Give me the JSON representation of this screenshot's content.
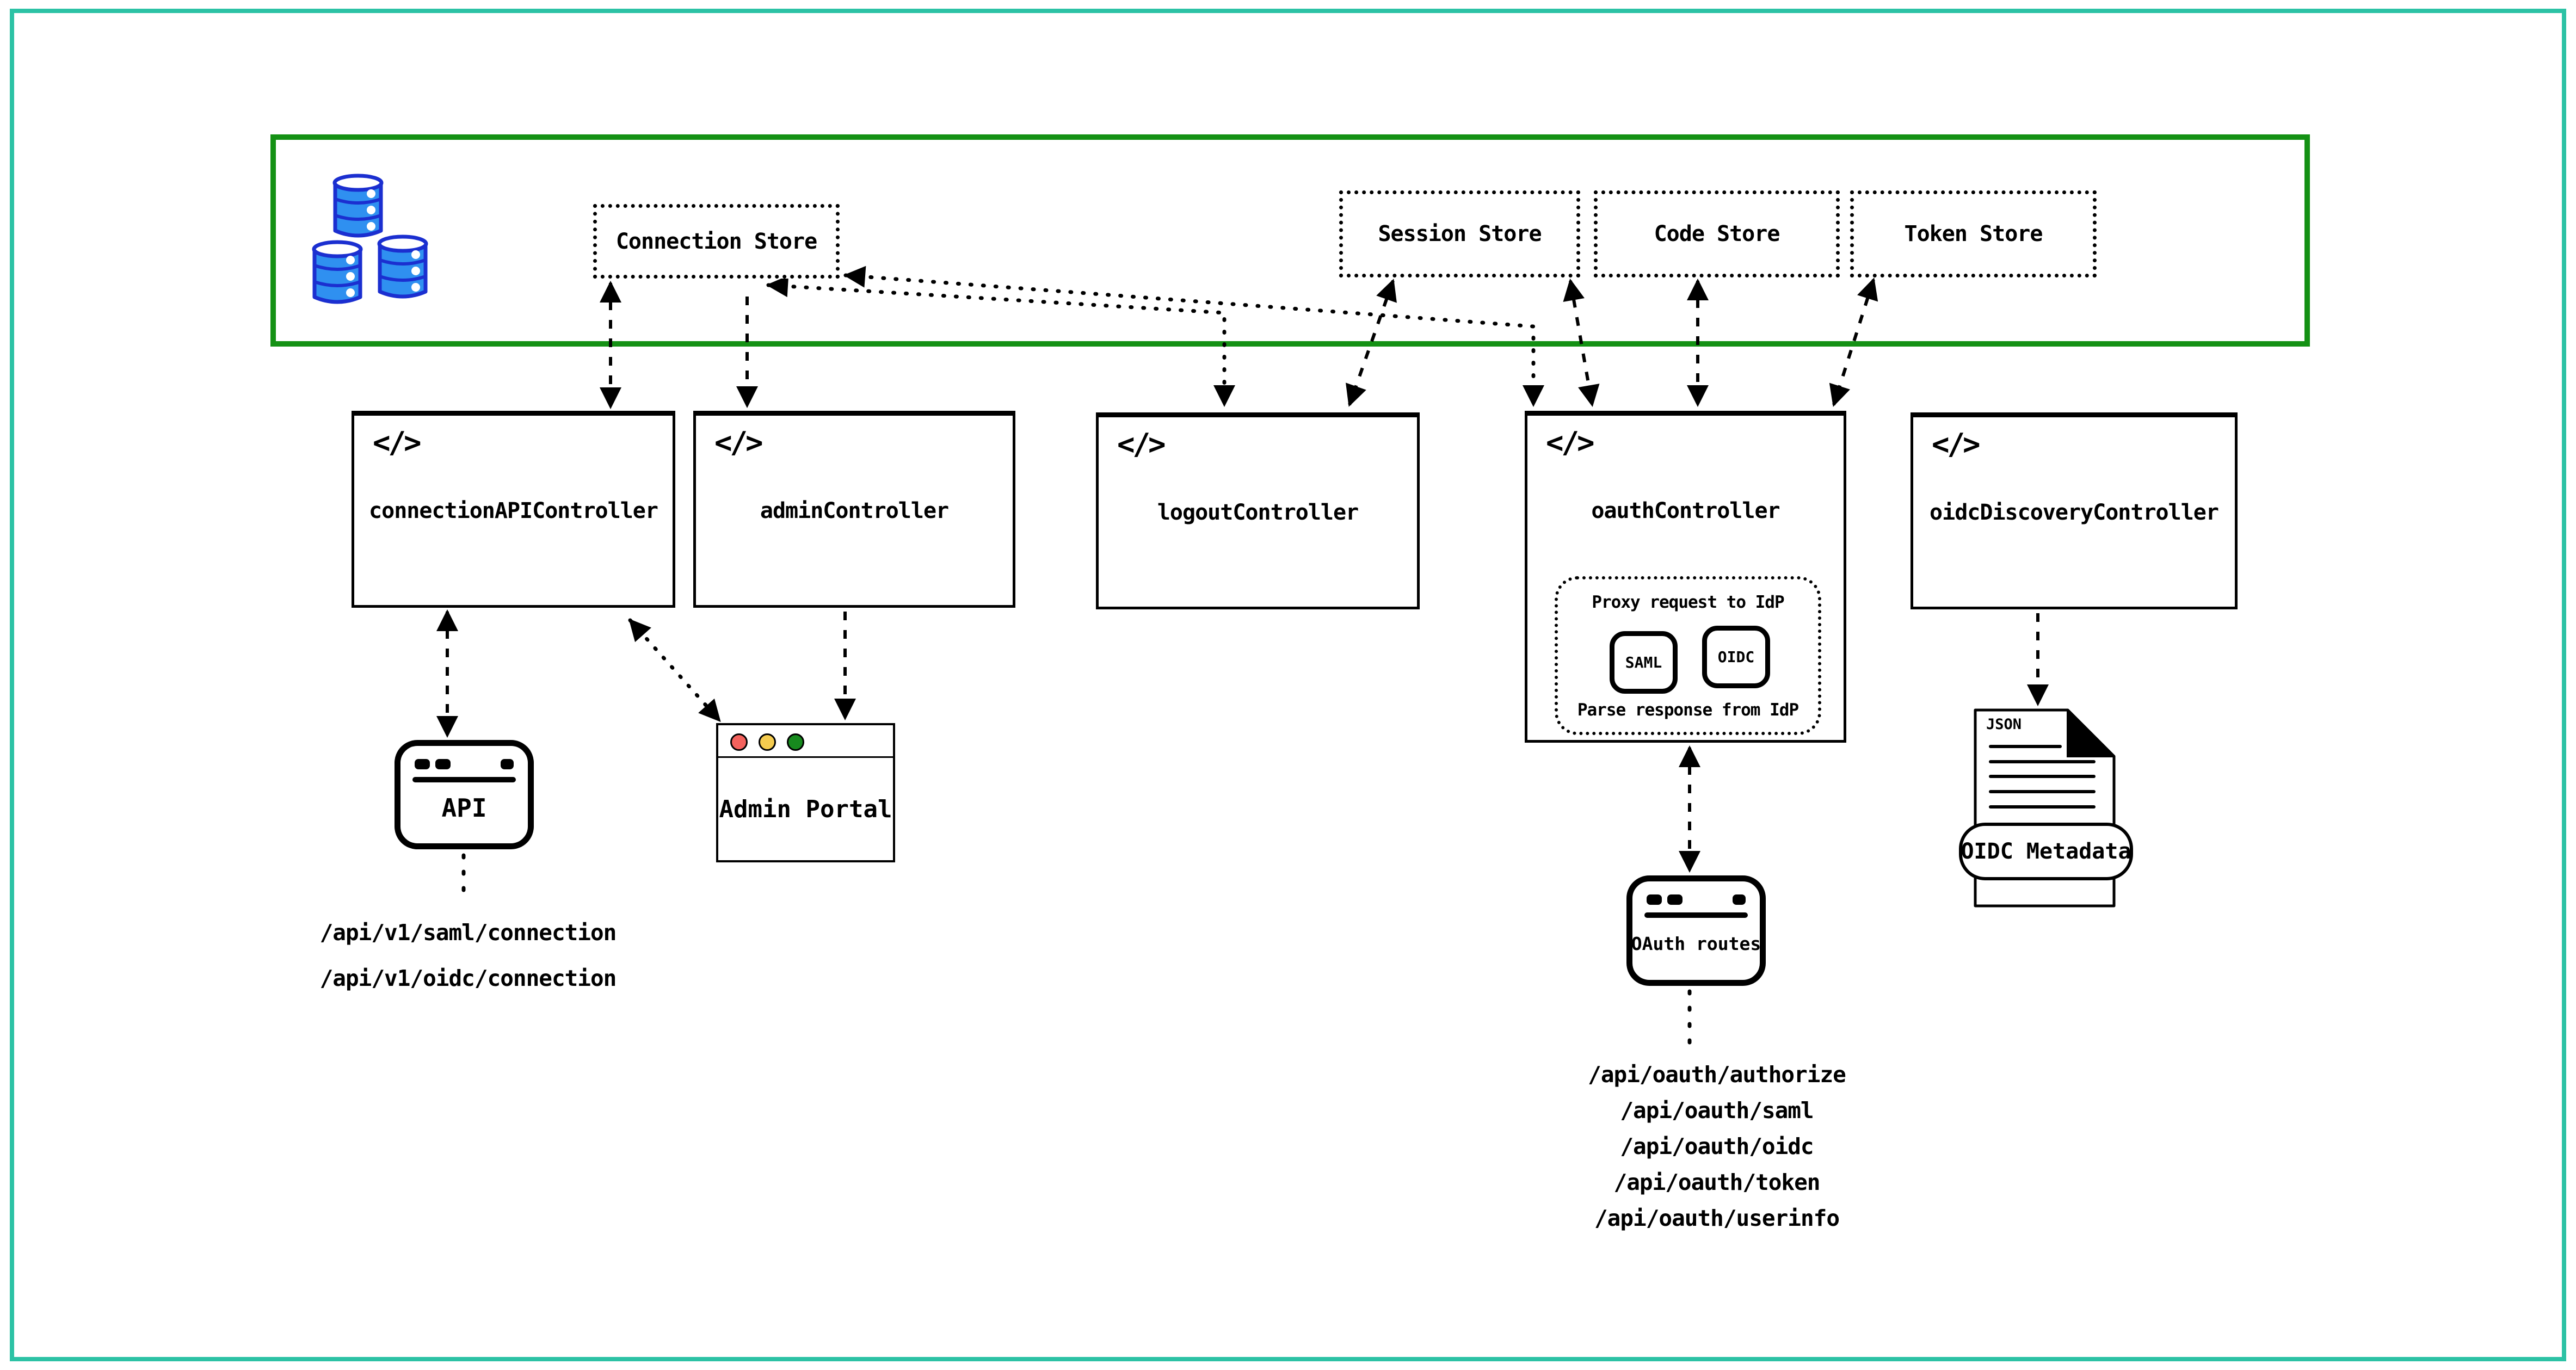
{
  "colors": {
    "frame_teal": "#2cc2a5",
    "zone_green": "#149114",
    "ink": "#000000",
    "db_fill": "#2f90f0",
    "db_stroke": "#1b2fd0",
    "traffic_red": "#f4625d",
    "traffic_yellow": "#f5cc4f",
    "traffic_green": "#178a1e"
  },
  "code_glyph": "</>",
  "stores": {
    "connection": "Connection Store",
    "session": "Session Store",
    "code": "Code Store",
    "token": "Token Store"
  },
  "controllers": {
    "connection_api": "connectionAPIController",
    "admin": "adminController",
    "logout": "logoutController",
    "oauth": "oauthController",
    "oidc_discovery": "oidcDiscoveryController"
  },
  "oauth_detail": {
    "proxy": "Proxy request to IdP",
    "saml": "SAML",
    "oidc": "OIDC",
    "parse": "Parse response from IdP"
  },
  "windows": {
    "api": "API",
    "admin_portal": "Admin Portal",
    "oauth_routes": "OAuth routes"
  },
  "document": {
    "type": "JSON",
    "badge": "OIDC Metadata"
  },
  "endpoints": {
    "connection": [
      "/api/v1/saml/connection",
      "/api/v1/oidc/connection"
    ],
    "oauth": [
      "/api/oauth/authorize",
      "/api/oauth/saml",
      "/api/oauth/oidc",
      "/api/oauth/token",
      "/api/oauth/userinfo"
    ]
  }
}
